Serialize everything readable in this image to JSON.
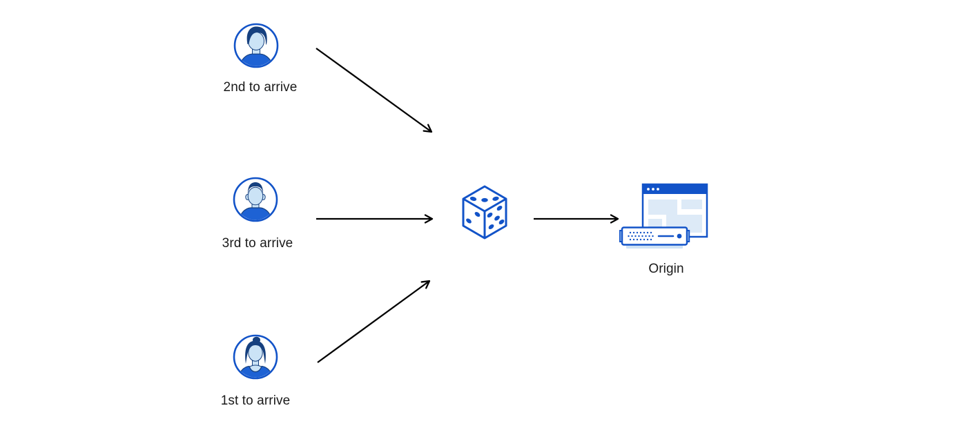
{
  "diagram": {
    "type": "flow",
    "colors": {
      "primary_blue": "#1253c8",
      "dark_navy": "#16407f",
      "shirt_blue": "#1e62d4",
      "light_blue": "#cbe3f6",
      "panel_blue": "#ddeaf7",
      "shadow_blue": "#cfe2f5",
      "arrow_black": "#000000",
      "text_color": "#1a1a1a",
      "background": "#ffffff"
    },
    "nodes": {
      "visitor_second": {
        "label": "2nd to arrive",
        "icon": "man-avatar-icon"
      },
      "visitor_third": {
        "label": "3rd to arrive",
        "icon": "man-avatar-icon"
      },
      "visitor_first": {
        "label": "1st to arrive",
        "icon": "woman-avatar-icon"
      },
      "random_picker": {
        "icon": "dice-icon",
        "dice_pips": {
          "top_face": 3,
          "left_face": 2,
          "right_face": 5
        }
      },
      "origin": {
        "label": "Origin",
        "icon": "origin-server-icon"
      }
    },
    "edges": [
      {
        "from": "visitor_second",
        "to": "random_picker"
      },
      {
        "from": "visitor_third",
        "to": "random_picker"
      },
      {
        "from": "visitor_first",
        "to": "random_picker"
      },
      {
        "from": "random_picker",
        "to": "origin"
      }
    ]
  }
}
